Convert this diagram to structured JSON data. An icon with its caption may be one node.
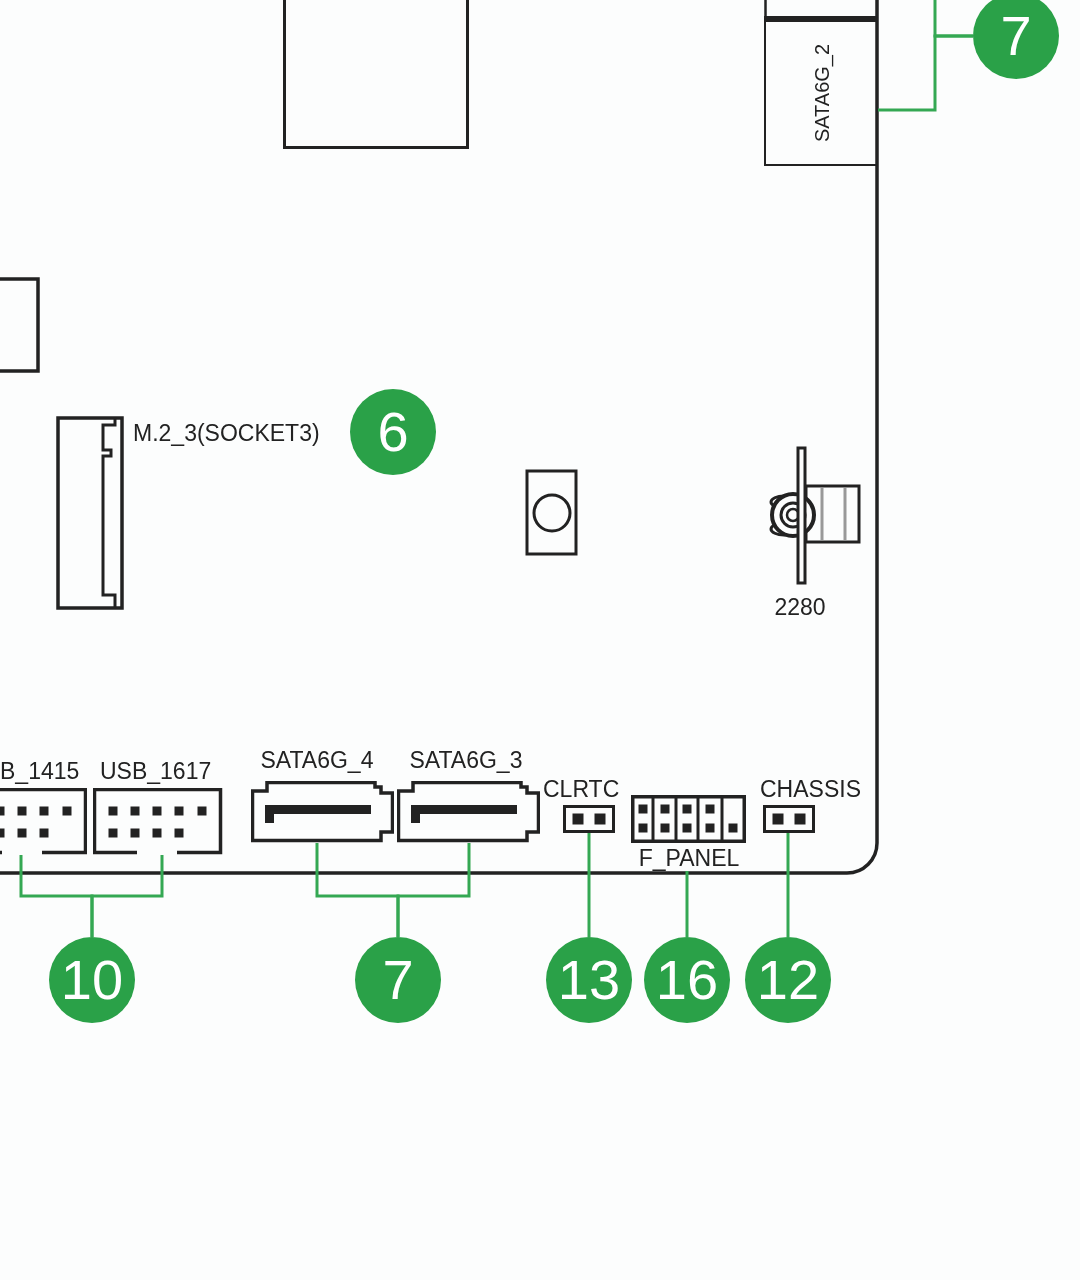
{
  "diagram": {
    "nodes": [
      {
        "text": [],
        "shape": "box"
      },
      {
        "text": [
          "SATA6G_2"
        ]
      },
      {
        "text": [
          "7"
        ]
      },
      {
        "text": [
          "M.2_3(SOCKET3)"
        ]
      },
      {
        "text": [
          "6"
        ]
      },
      {
        "text": [
          "2280"
        ]
      },
      {
        "text": [
          "B_1415"
        ]
      },
      {
        "text": [
          "USB_1617"
        ]
      },
      {
        "text": [
          "SATA6G_4"
        ]
      },
      {
        "text": [
          "SATA6G_3"
        ]
      },
      {
        "text": [
          "CLRTC"
        ]
      },
      {
        "text": [
          "F_PANEL"
        ]
      },
      {
        "text": [
          "CHASSIS"
        ]
      },
      {
        "text": [
          "10"
        ]
      },
      {
        "text": [
          "7"
        ]
      },
      {
        "text": [
          "13"
        ]
      },
      {
        "text": [
          "16"
        ]
      },
      {
        "text": [
          "12"
        ]
      }
    ],
    "edges": [
      {
        "from": 2,
        "to": null,
        "arrow": "none"
      },
      {
        "from": 2,
        "to": 1,
        "arrow": "none"
      },
      {
        "from": 13,
        "to": 6,
        "arrow": "none"
      },
      {
        "from": 13,
        "to": 7,
        "arrow": "none"
      },
      {
        "from": 14,
        "to": 8,
        "arrow": "none"
      },
      {
        "from": 14,
        "to": 9,
        "arrow": "none"
      },
      {
        "from": 15,
        "to": 10,
        "arrow": "none"
      },
      {
        "from": 16,
        "to": 11,
        "arrow": "none"
      },
      {
        "from": 17,
        "to": 12,
        "arrow": "none"
      }
    ]
  }
}
